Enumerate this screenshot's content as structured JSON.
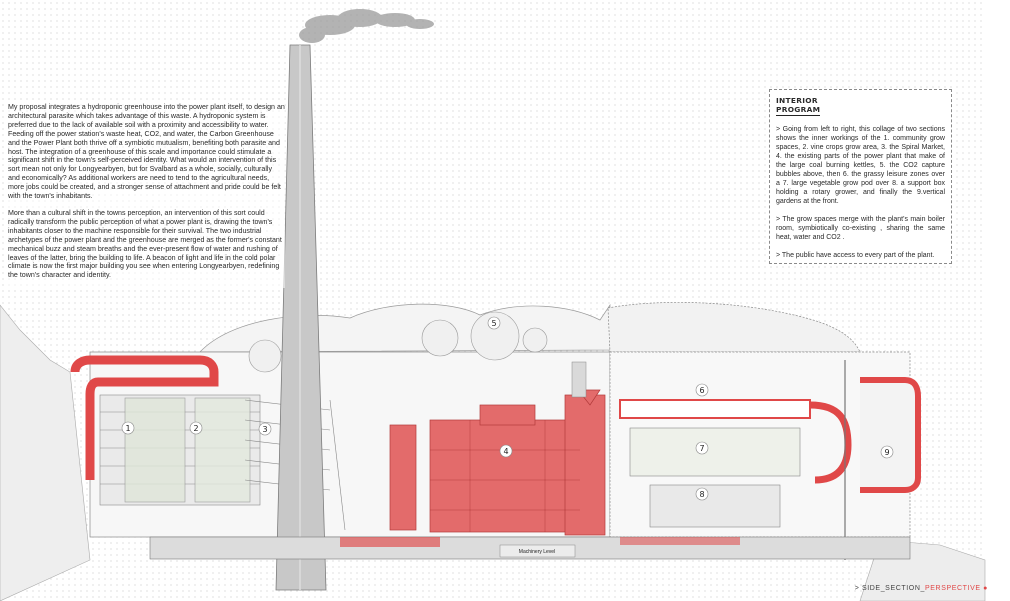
{
  "intro": {
    "paragraph_1": "My proposal integrates a hydroponic greenhouse into the power plant itself, to design an architectural parasite which takes advantage of this waste. A hydroponic system is preferred due to the lack of available soil with a proximity and accessibility to water. Feeding off the power station's waste heat, CO2, and water, the Carbon Greenhouse and the Power Plant both thrive off a symbiotic mutualism, benefiting both parasite and host. The integration of a greenhouse of this scale and importance could stimulate a significant shift in the town's self-perceived identity. What would an intervention of this sort mean not only for Longyearbyen, but for Svalbard as a whole, socially, culturally and economically? As additional workers are need to tend to the agricultural needs, more jobs could be created, and a stronger sense of attachment and pride could be felt with the town's inhabitants.",
    "paragraph_2": "More than a cultural shift in the towns perception, an intervention of this sort could radically transform the public perception of what a power plant is, drawing the town's inhabitants closer to the machine responsible for their survival. The two industrial archetypes of the power plant and the greenhouse are merged as the former's constant mechanical buzz and steam breaths and the ever-present flow of water and rushing of leaves of the latter, bring the building to life. A beacon of light and life in the cold polar climate is now the first major building you see when entering Longyearbyen, redefining the town's character and identity."
  },
  "interior_program": {
    "title_line_1": "INTERIOR",
    "title_line_2": "PROGRAM",
    "paragraph_1": "> Going from left to right, this collage of two sections shows the inner workings of the 1. community grow spaces, 2. vine crops grow area, 3. the Spiral Market, 4. the existing parts of the power plant that make of the large coal burning kettles, 5. the CO2 capture bubbles above, then 6. the grassy leisure zones over a 7. large vegetable grow pod over 8. a support box holding a rotary grower, and finally the 9.vertical gardens at the front.",
    "paragraph_2": "> The grow spaces merge with the plant's main boiler room, symbiotically co-existing , sharing the same heat, water and CO2 .",
    "paragraph_3": "> The public have access to every part of the plant."
  },
  "drawing": {
    "labels": [
      "1",
      "2",
      "3",
      "4",
      "5",
      "6",
      "7",
      "8",
      "9"
    ],
    "machinery_label": "Machinery Level"
  },
  "footer": {
    "prefix": "> SIDE_SECTION_",
    "suffix": "PERSPECTIVE",
    "marker": "●"
  },
  "colors": {
    "accent_red": "#e04848",
    "structure_grey": "#bdbdbd",
    "dark_line": "#555555"
  }
}
